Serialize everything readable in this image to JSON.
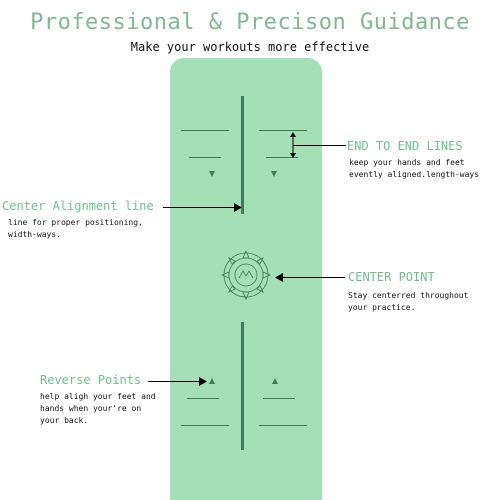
{
  "header": {
    "title": "Professional & Precison Guidance",
    "subtitle": "Make your workouts more effective"
  },
  "callouts": {
    "end_to_end": {
      "title": "END TO END LINES",
      "desc_line1": "keep your hands and feet",
      "desc_line2": "evently aligned.length-ways"
    },
    "center_alignment": {
      "title": "Center Alignment line",
      "desc_line1": "line for proper positioning,",
      "desc_line2": "width-ways."
    },
    "center_point": {
      "title": "CENTER POINT",
      "desc_line1": "Stay centerred throughout",
      "desc_line2": "your practice."
    },
    "reverse_points": {
      "title": "Reverse Points",
      "desc_line1": "help aligh your feet and",
      "desc_line2": "hands when your're on",
      "desc_line3": "your back."
    }
  },
  "colors": {
    "mat": "#a4e0b5",
    "mat_lines": "#3e7d5a",
    "accent_text": "#6fc08c"
  }
}
